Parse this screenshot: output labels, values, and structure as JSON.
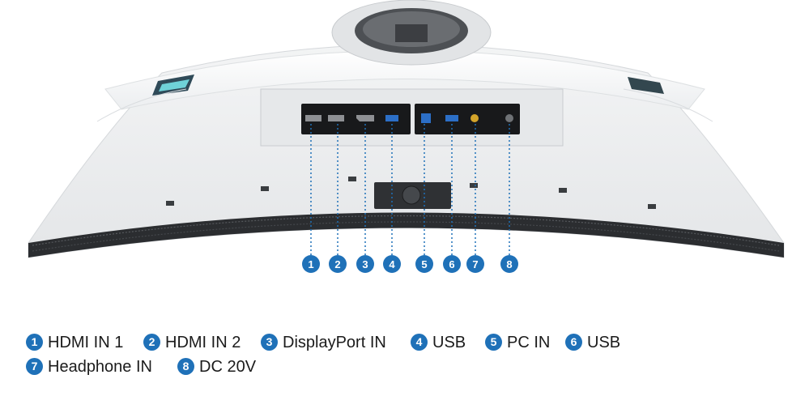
{
  "accent_color": "#1f71b8",
  "callouts": [
    {
      "number": "1",
      "label": "HDMI IN 1"
    },
    {
      "number": "2",
      "label": "HDMI IN 2"
    },
    {
      "number": "3",
      "label": "DisplayPort IN"
    },
    {
      "number": "4",
      "label": "USB"
    },
    {
      "number": "5",
      "label": "PC IN"
    },
    {
      "number": "6",
      "label": "USB"
    },
    {
      "number": "7",
      "label": "Headphone IN"
    },
    {
      "number": "8",
      "label": "DC 20V"
    }
  ]
}
